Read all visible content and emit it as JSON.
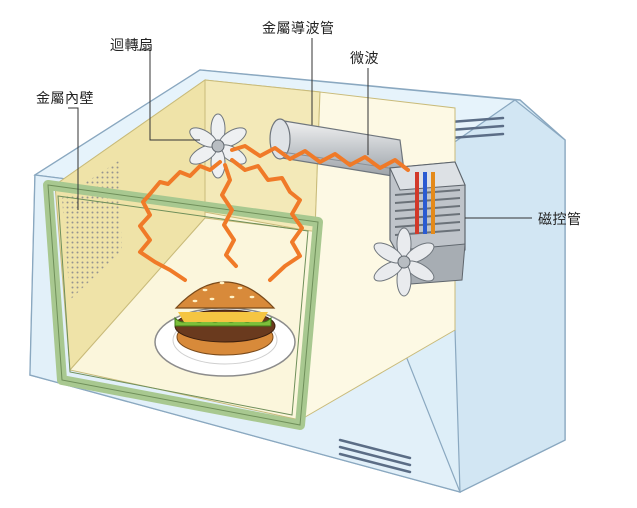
{
  "diagram": {
    "labels": {
      "stirrer_fan": "迴轉扇",
      "waveguide": "金屬導波管",
      "microwave": "微波",
      "metal_wall": "金屬內壁",
      "magnetron": "磁控管"
    },
    "colors": {
      "cabinet": "#ddeef8",
      "cabinet_stroke": "#8aa8c0",
      "cavity_light": "#fbf6dc",
      "cavity_dark": "#e9e0b0",
      "wave": "#f07a28",
      "metal": "#c9cdd2",
      "bun": "#d88a3a",
      "lettuce": "#7dbf3a",
      "patty": "#6a3a1e"
    }
  }
}
